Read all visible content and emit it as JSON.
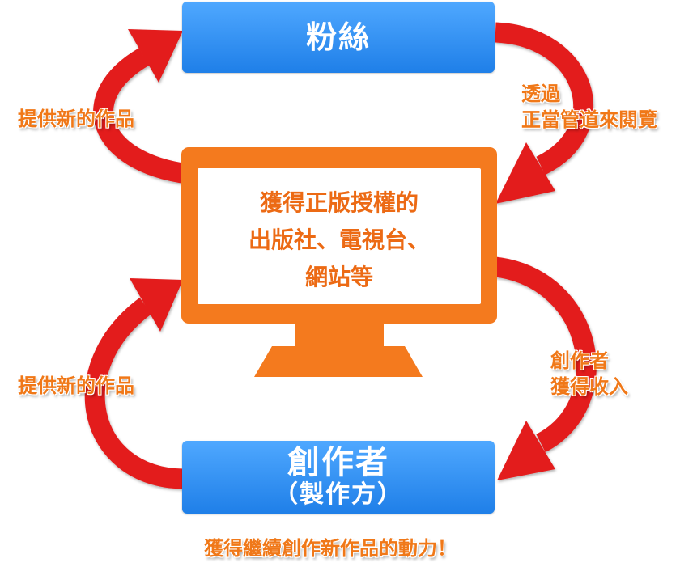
{
  "colors": {
    "arrow": "#e31e1e",
    "monitor": "#f47a1e",
    "box": "#2f8ff2",
    "label": "#f07818"
  },
  "fans_box": {
    "label": "粉絲"
  },
  "creator_box": {
    "label": "創作者",
    "sublabel": "（製作方）"
  },
  "monitor": {
    "lines": [
      "獲得正版授權的",
      "出版社、電視台、",
      "網站等"
    ]
  },
  "labels": {
    "top_left": "提供新的作品",
    "bottom_left": "提供新的作品",
    "top_right": [
      "透過",
      "正當管道來閱覽"
    ],
    "bottom_right": [
      "創作者",
      "獲得收入"
    ],
    "footer": "獲得繼續創作新作品的動力！"
  }
}
